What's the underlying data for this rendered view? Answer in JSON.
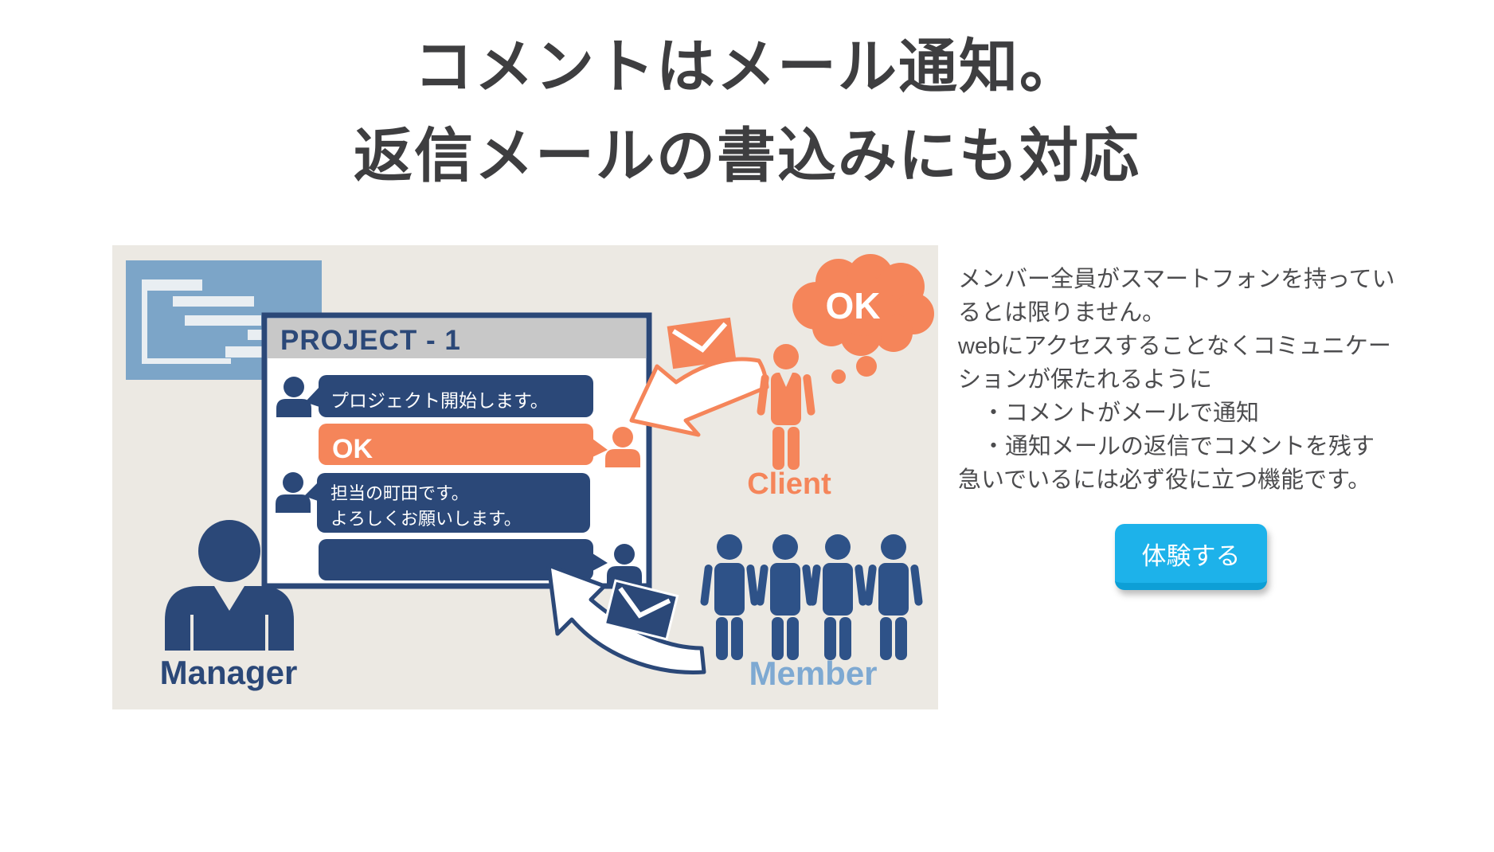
{
  "heading": {
    "line1": "コメントはメール通知。",
    "line2": "返信メールの書込みにも対応"
  },
  "illustration": {
    "panel_bg_color": "#ece9e3",
    "task_window_color": "#7ca5c8",
    "navy_color": "#2b4878",
    "orange_color": "#f5855a",
    "project_window": {
      "title": "PROJECT - 1",
      "title_bar_color": "#c8c8c8",
      "messages": [
        {
          "sender": "manager",
          "side": "left",
          "text": "プロジェクト開始します。",
          "bubble_color": "#2b4878"
        },
        {
          "sender": "client",
          "side": "right",
          "text": "OK",
          "bubble_color": "#f5855a"
        },
        {
          "sender": "manager",
          "side": "left",
          "text_line1": "担当の町田です。",
          "text_line2": "よろしくお願いします。",
          "bubble_color": "#2b4878"
        },
        {
          "sender": "member",
          "side": "right",
          "text": "",
          "bubble_color": "#2b4878"
        }
      ]
    },
    "client": {
      "label": "Client",
      "thought": "OK",
      "color": "#f5855a"
    },
    "manager": {
      "label": "Manager",
      "color": "#2b4878"
    },
    "member": {
      "label": "Member",
      "count": 4,
      "figure_color": "#2e5288",
      "label_color": "#7ea9d2"
    }
  },
  "description": {
    "lines": [
      "メンバー全員がスマートフォンを持ってい",
      "るとは限りません。",
      "webにアクセスすることなくコミュニケー",
      "ションが保たれるように",
      "・コメントがメールで通知",
      "・通知メールの返信でコメントを残す",
      "急いでいるには必ず役に立つ機能です。"
    ]
  },
  "cta": {
    "label": "体験する",
    "color": "#1db2ea"
  }
}
